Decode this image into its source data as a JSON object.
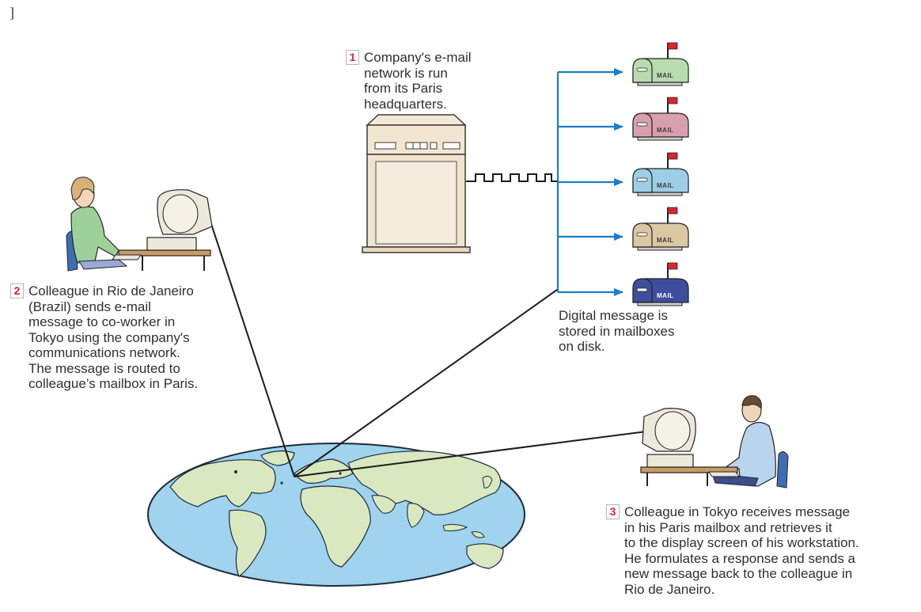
{
  "top_mark": "]",
  "steps": [
    {
      "number": "1",
      "lines": [
        "Company's e-mail",
        "network is run",
        "from its Paris",
        "headquarters."
      ]
    },
    {
      "number": "2",
      "lines": [
        "Colleague in Rio de Janeiro",
        "(Brazil) sends e-mail",
        "message to co-worker in",
        "Tokyo using the company's",
        "communications network.",
        "The message is routed to",
        "colleague’s mailbox in Paris."
      ]
    },
    {
      "number": "3",
      "lines": [
        "Colleague in Tokyo receives message",
        "in his Paris mailbox and retrieves it",
        "to the display screen of his workstation.",
        "He formulates a response and sends a",
        "new message back to the colleague in",
        "Rio de Janeiro."
      ]
    }
  ],
  "storage_note": [
    "Digital message is",
    "stored in mailboxes",
    "on disk."
  ],
  "mailbox_label": "MAIL",
  "mailboxes": [
    {
      "color": "#b9dcae",
      "flag": "#d9262c"
    },
    {
      "color": "#d8a0ac",
      "flag": "#d9262c"
    },
    {
      "color": "#9ecde6",
      "flag": "#d9262c"
    },
    {
      "color": "#dcc7a3",
      "flag": "#d9262c"
    },
    {
      "color": "#3d4e9c",
      "flag": "#d9262c"
    }
  ],
  "colors": {
    "arrow": "#1a7ec8",
    "ocean": "#9fd3ee",
    "land": "#d9e8bf",
    "server": "#f1e4cf",
    "number": "#d8232a"
  }
}
